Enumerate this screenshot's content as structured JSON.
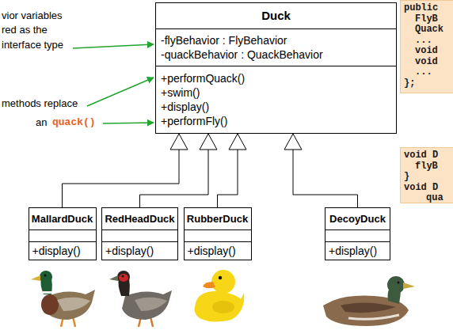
{
  "diagram": {
    "nodes": [
      {
        "text": [
          "Duck",
          "-flyBehavior : FlyBehavior",
          "-quackBehavior : QuackBehavior",
          "+performQuack()",
          "+swim()",
          "+display()",
          "+performFly()"
        ]
      },
      {
        "text": [
          "public",
          "FlyB",
          "Quack",
          "...",
          "void",
          "void",
          "...",
          "};"
        ]
      },
      {
        "text": [
          "void D",
          "flyB",
          "}",
          "void D",
          "qua"
        ]
      },
      {
        "text": [
          "MallardDuck",
          "+display()"
        ]
      },
      {
        "text": [
          "RedHeadDuck",
          "+display()"
        ]
      },
      {
        "text": [
          "RubberDuck",
          "+display()"
        ]
      },
      {
        "text": [
          "DecoyDuck",
          "+display()"
        ]
      }
    ],
    "edges": [
      {
        "from": 3,
        "to": 0,
        "arrow": "to"
      },
      {
        "from": 4,
        "to": 0,
        "arrow": "to"
      },
      {
        "from": 5,
        "to": 0,
        "arrow": "to"
      },
      {
        "from": 6,
        "to": 0,
        "arrow": "to"
      }
    ],
    "labels": [
      "vior variables",
      "red as the",
      "interface type",
      "methods replace",
      "an",
      "quack()"
    ]
  }
}
